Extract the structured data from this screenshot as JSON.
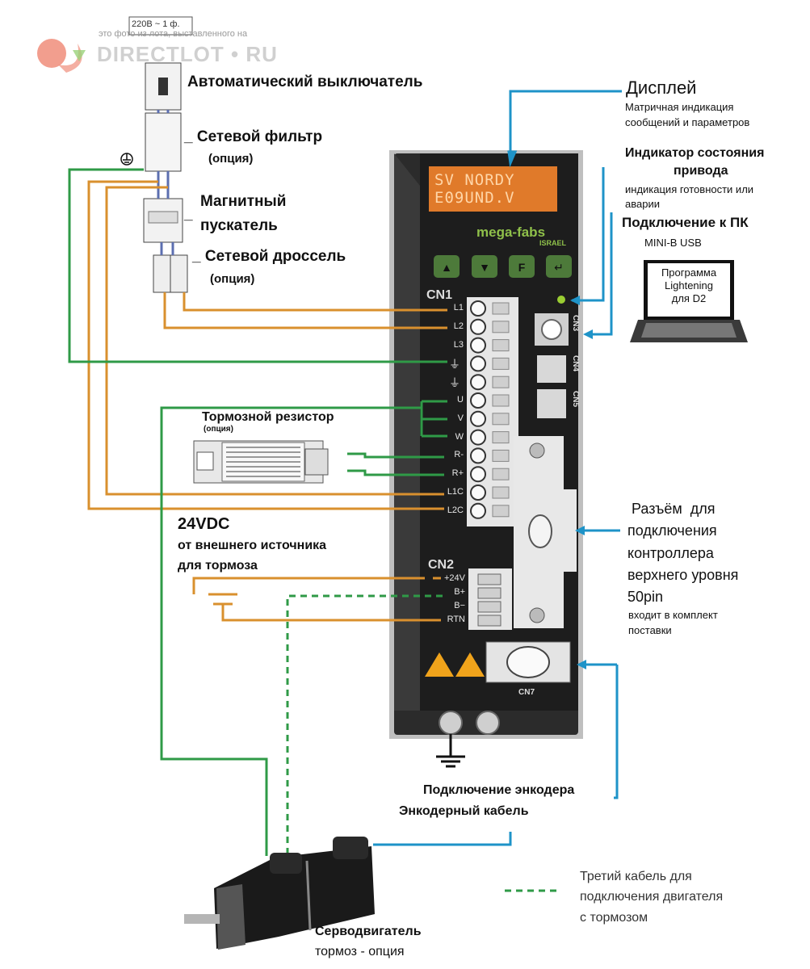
{
  "watermark": {
    "note": "это фото из лота, выставленного на",
    "site": "DIRECTLOT • RU",
    "supply": "220В ~ 1 ф."
  },
  "components": {
    "breaker": "Автоматический выключатель",
    "filter": "Сетевой фильтр",
    "filter_opt": "(опция)",
    "contactor_1": "Магнитный",
    "contactor_2": "пускатель",
    "choke": "Сетевой дроссель",
    "choke_opt": "(опция)",
    "brake_resistor": "Тормозной резистор",
    "brake_resistor_opt": "(опция)",
    "dc_title": "24VDC",
    "dc_sub_1": "от внешнего источника",
    "dc_sub_2": "для тормоза",
    "encoder_1": "Подключение энкодера",
    "encoder_2": "Энкодерный кабель",
    "motor_1": "Серводвигатель",
    "motor_2": "тормоз - опция"
  },
  "right": {
    "display_title": "Дисплей",
    "display_sub_1": "Матричная индикация",
    "display_sub_2": "сообщений и параметров",
    "status_title_1": "Индикатор состояния",
    "status_title_2": "привода",
    "status_sub_1": "индикация готовности или",
    "status_sub_2": "аварии",
    "pc_title": "Подключение к ПК",
    "pc_sub": "MINI-B USB",
    "laptop_1": "Программа",
    "laptop_2": "Lightening",
    "laptop_3": "для D2",
    "conn_1": "Разъём  для",
    "conn_2": "подключения",
    "conn_3": "контроллера",
    "conn_4": "верхнего уровня",
    "conn_5": "50pin",
    "conn_sub_1": "входит в комплект",
    "conn_sub_2": "поставки",
    "legend_1": "Третий кабель для",
    "legend_2": "подключения двигателя",
    "legend_3": "с тормозом"
  },
  "drive": {
    "lcd_1": "SV NORDY",
    "lcd_2": "E09UND.V",
    "brand": "mega-fabs",
    "brand_sub": "ISRAEL",
    "cn1": "CN1",
    "cn2": "CN2",
    "cn3": "CN3",
    "cn4": "CN4",
    "cn5": "CN5",
    "cn7": "CN7",
    "cn1_terms": [
      "L1",
      "L2",
      "L3",
      "",
      "",
      "U",
      "V",
      "W",
      "R-",
      "R+",
      "L1C",
      "L2C"
    ],
    "cn2_terms": [
      "+24V",
      "B+",
      "B−",
      "RTN"
    ]
  },
  "colors": {
    "orange": "#d9902e",
    "green": "#2f9a47",
    "blue": "#1e93c8",
    "drive": "#2a2a2a",
    "lcd": "#e07a2a"
  }
}
